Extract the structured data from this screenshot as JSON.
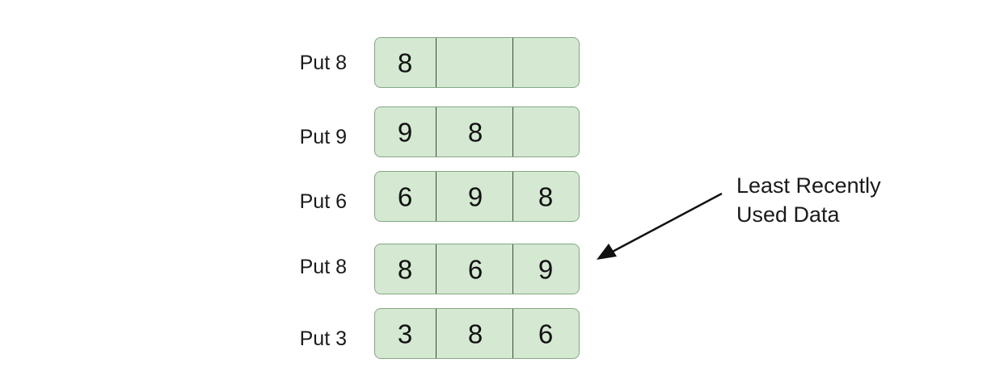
{
  "steps": [
    {
      "label": "Put 8",
      "slots": [
        "8",
        "",
        ""
      ]
    },
    {
      "label": "Put 9",
      "slots": [
        "9",
        "8",
        ""
      ]
    },
    {
      "label": "Put 6",
      "slots": [
        "6",
        "9",
        "8"
      ]
    },
    {
      "label": "Put 8",
      "slots": [
        "8",
        "6",
        "9"
      ]
    },
    {
      "label": "Put 3",
      "slots": [
        "3",
        "8",
        "6"
      ]
    }
  ],
  "annotation": {
    "line1": "Least Recently",
    "line2": "Used Data"
  },
  "colors": {
    "cell_fill": "#d4e8d2",
    "cell_border": "#84a882",
    "divider": "#3d4a3c",
    "text": "#1a1a1a"
  }
}
